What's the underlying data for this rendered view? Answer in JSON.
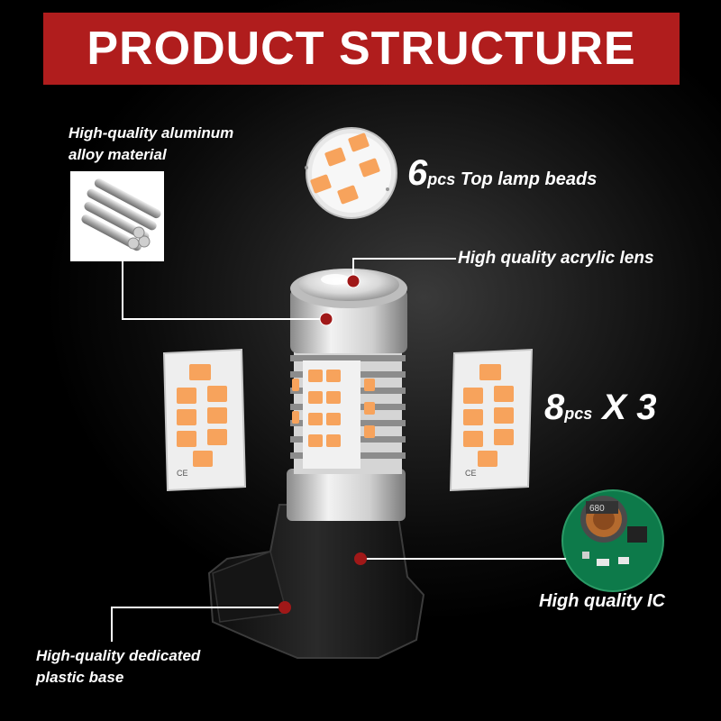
{
  "title": "PRODUCT STRUCTURE",
  "labels": {
    "alloy_line1": "High-quality aluminum",
    "alloy_line2": "alloy material",
    "top_beads_count": "6",
    "top_beads_unit": "pcs",
    "top_beads_text": " Top lamp beads",
    "lens": "High quality acrylic lens",
    "side_count": "8",
    "side_unit": "pcs",
    "side_multiplier": " X 3",
    "ic": "High quality IC",
    "base_line1": "High-quality dedicated",
    "base_line2": "plastic base",
    "ic_marking": "680",
    "ce_mark": "CE"
  },
  "colors": {
    "title_bg": "#b01d1d",
    "marker": "#a01818",
    "led_amber": "#f7a35c",
    "callout_line": "#ffffff"
  }
}
